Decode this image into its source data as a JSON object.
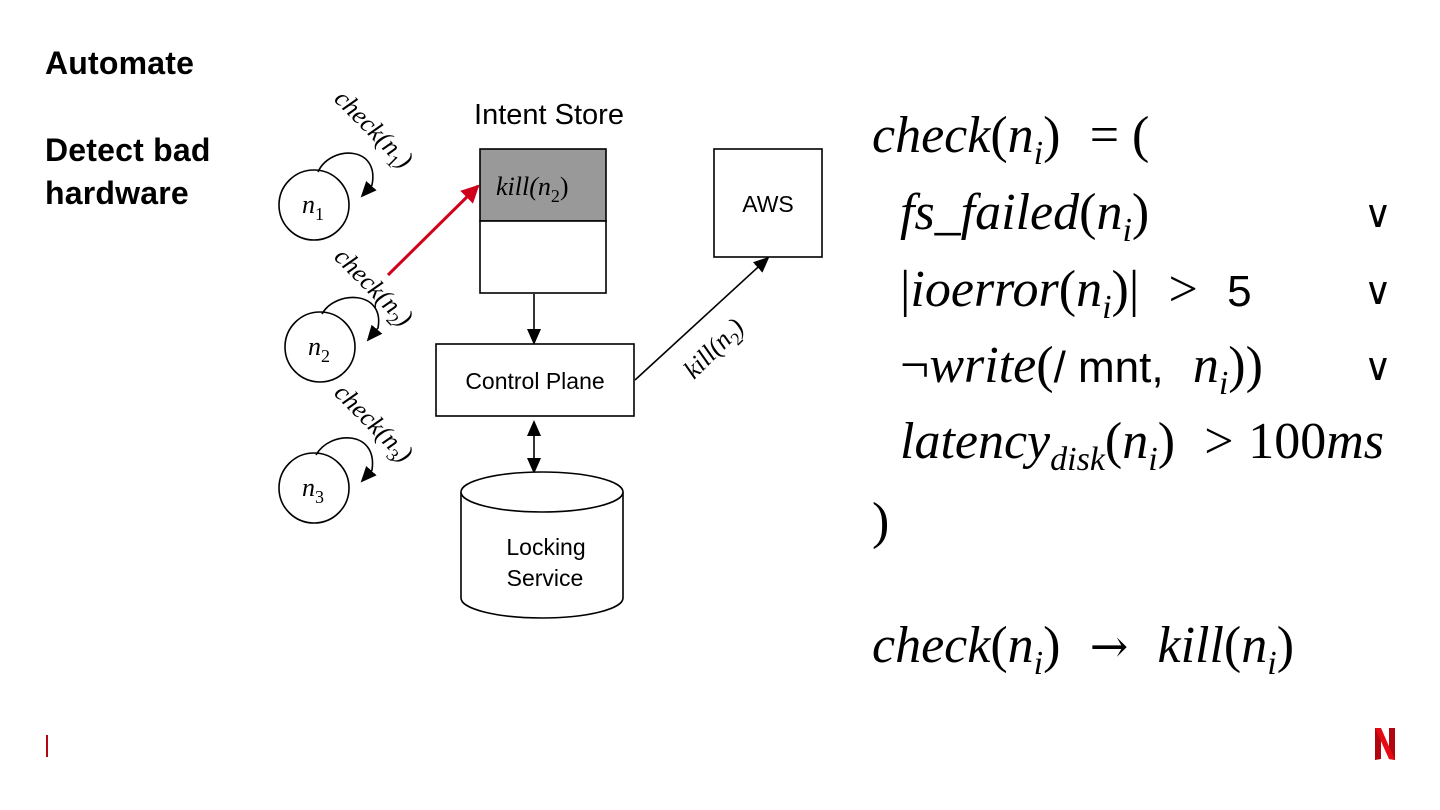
{
  "slide": {
    "heading": "Automate",
    "subheading": "Detect bad hardware"
  },
  "diagram": {
    "nodes": [
      {
        "label": "n",
        "sub": "1",
        "check_label": "check(n",
        "check_sub": "1"
      },
      {
        "label": "n",
        "sub": "2",
        "check_label": "check(n",
        "check_sub": "2"
      },
      {
        "label": "n",
        "sub": "3",
        "check_label": "check(n",
        "check_sub": "3"
      }
    ],
    "intent_store": {
      "title": "Intent Store",
      "entry_fn": "kill(n",
      "entry_sub": "2",
      "entry_close": ")",
      "entry_fill": "#999999"
    },
    "control_plane": "Control Plane",
    "aws": "AWS",
    "locking_service": [
      "Locking",
      "Service"
    ],
    "kill_edge": {
      "fn": "kill(n",
      "sub": "2",
      "close": ")"
    },
    "highlight_color": "#d0021b"
  },
  "formula": {
    "line1": {
      "fn": "check",
      "arg": "n",
      "sub": "i",
      "rest": "=  ("
    },
    "line2": {
      "fn": "fs_failed",
      "arg": "n",
      "sub": "i",
      "op": "∨"
    },
    "line3": {
      "fn": "ioerror",
      "arg": "n",
      "sub": "i",
      "cmp": ">",
      "value": "5",
      "op": "∨"
    },
    "line4": {
      "neg": "¬",
      "fn": "write",
      "path": "/ mnt,",
      "arg": "n",
      "sub": "i",
      "op": "∨"
    },
    "line5": {
      "fn": "latency",
      "fn_sub": "disk",
      "arg": "n",
      "sub": "i",
      "cmp": ">",
      "value": "100",
      "unit": "ms"
    },
    "line6": {
      "close": ")"
    },
    "rule": {
      "lhs_fn": "check",
      "arg": "n",
      "sub": "i",
      "arrow": "→",
      "rhs_fn": "kill"
    }
  },
  "footer": {
    "brand_color": "#e50914",
    "logo": "netflix-n-logo"
  }
}
